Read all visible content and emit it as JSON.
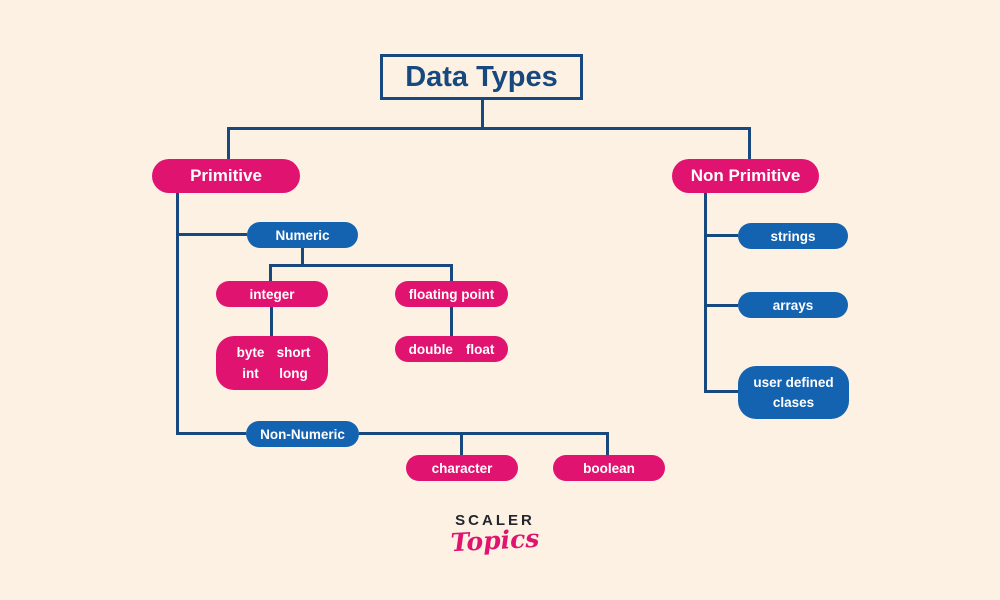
{
  "colors": {
    "background": "#FCF1E2",
    "connector_navy": "#17497F",
    "pink_node": "#E11370",
    "blue_node": "#1463B1",
    "node_text": "#FFFFFF",
    "logo_dark": "#23252F",
    "logo_pink": "#E11370"
  },
  "root": {
    "label": "Data Types"
  },
  "primitive": {
    "label": "Primitive",
    "numeric": {
      "label": "Numeric"
    },
    "integer": {
      "label": "integer"
    },
    "integer_children": [
      "byte",
      "short",
      "int",
      "long"
    ],
    "floating_point": {
      "label": "floating point"
    },
    "float_children": [
      "double",
      "float"
    ],
    "non_numeric": {
      "label": "Non-Numeric"
    },
    "character": {
      "label": "character"
    },
    "boolean": {
      "label": "boolean"
    }
  },
  "non_primitive": {
    "label": "Non Primitive",
    "strings": {
      "label": "strings"
    },
    "arrays": {
      "label": "arrays"
    },
    "user_defined": {
      "line1": "user defined",
      "line2": "clases"
    }
  },
  "logo": {
    "brand": "SCALER",
    "product": "Topics"
  }
}
